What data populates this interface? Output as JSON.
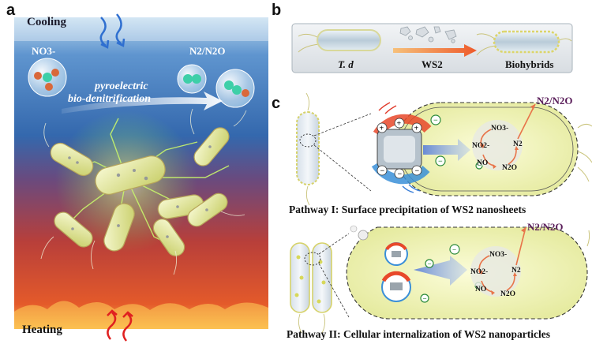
{
  "panels": {
    "a": {
      "letter": "a",
      "top_label": "Cooling",
      "bottom_label": "Heating",
      "left_species": "NO3-",
      "right_species": "N2/N2O",
      "process_line1": "pyroelectric",
      "process_line2": "bio-denitrification"
    },
    "b": {
      "letter": "b",
      "cell_label": "T. d",
      "reagent_label": "WS2",
      "product_label": "Biohybrids"
    },
    "c": {
      "letter": "c",
      "pathway1": {
        "caption": "Pathway I: Surface precipitation of WS2 nanosheets",
        "product": "N2/N2O",
        "cycle": [
          "NO3-",
          "NO2-",
          "NO",
          "N2O",
          "N2"
        ]
      },
      "pathway2": {
        "caption": "Pathway II: Cellular internalization of WS2 nanoparticles",
        "product": "N2/N2O",
        "cycle": [
          "NO3-",
          "NO2-",
          "NO",
          "N2O",
          "N2"
        ]
      }
    }
  },
  "colors": {
    "cool_top": "#3d78c4",
    "hot_bottom": "#d7442a",
    "bacteria_fill": "#e8ecaa",
    "arrow_orange": "#f08040",
    "text_dark": "#111111",
    "product_purple": "#5a1e5a"
  }
}
